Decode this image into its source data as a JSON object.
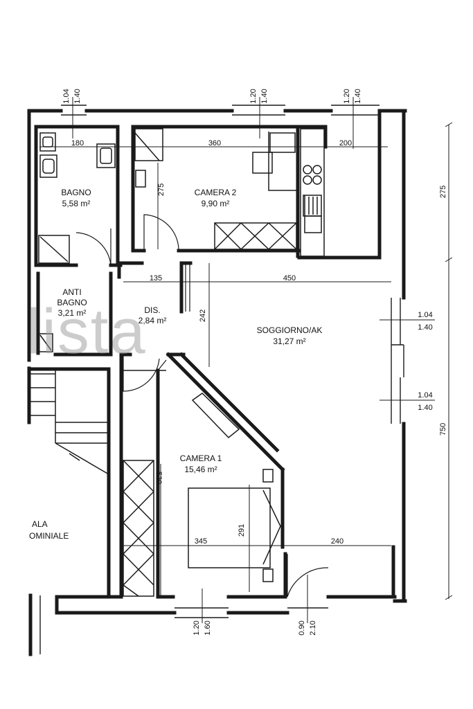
{
  "watermark": "lista",
  "rooms": [
    {
      "id": "bagno",
      "name": "BAGNO",
      "area": "5,58 m²"
    },
    {
      "id": "camera2",
      "name": "CAMERA 2",
      "area": "9,90 m²"
    },
    {
      "id": "anti",
      "name": "ANTI",
      "name2": "BAGNO",
      "area": "3,21 m²"
    },
    {
      "id": "dis",
      "name": "DIS.",
      "area": "2,84 m²"
    },
    {
      "id": "soggiorno",
      "name": "SOGGIORNO/AK",
      "area": "31,27 m²"
    },
    {
      "id": "camera1",
      "name": "CAMERA 1",
      "area": "15,46 m²"
    },
    {
      "id": "scala",
      "name": "ALA",
      "name2": "OMINIALE"
    }
  ],
  "dimensions": {
    "d180": "180",
    "d360": "360",
    "d200": "200",
    "d275": "275",
    "d135": "135",
    "d450": "450",
    "d242": "242",
    "d530": "530",
    "d291": "291",
    "d345": "345",
    "d240": "240",
    "d275r": "275",
    "d750": "750"
  },
  "window_labels": {
    "w1a": "1.04",
    "w1b": "1.40",
    "w2a": "1.20",
    "w2b": "1.40",
    "w3a": "1.20",
    "w3b": "1.40",
    "w4a": "1.04",
    "w4b": "1.40",
    "w5a": "1.04",
    "w5b": "1.40",
    "w6a": "1.20",
    "w6b": "1.60",
    "w7a": "0.90",
    "w7b": "2.10"
  }
}
